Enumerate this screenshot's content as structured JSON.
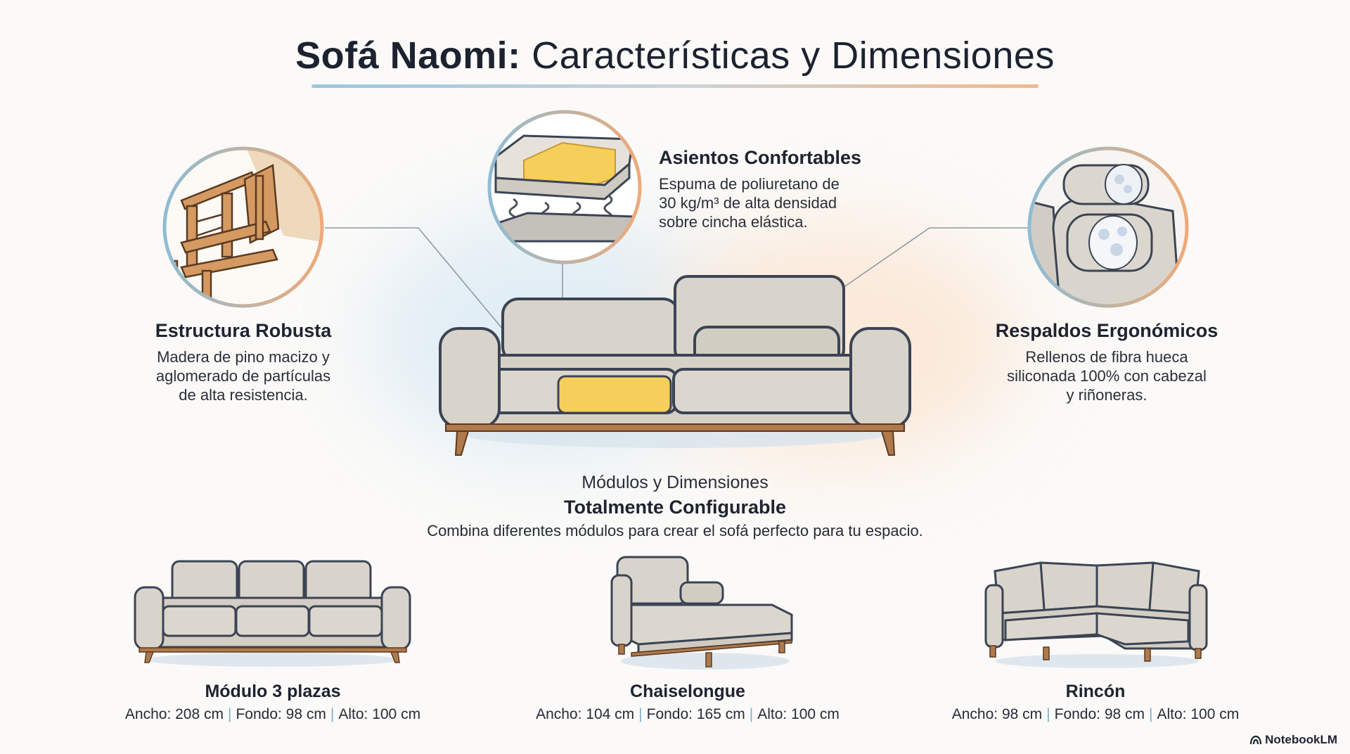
{
  "header": {
    "title_bold": "Sofá Naomi:",
    "title_rest": "Características y Dimensiones"
  },
  "features": {
    "estructura": {
      "title": "Estructura Robusta",
      "lines": [
        "Madera de pino macizo y",
        "aglomerado de partículas",
        "de alta resistencia."
      ]
    },
    "asientos": {
      "title": "Asientos Confortables",
      "lines": [
        "Espuma de poliuretano de",
        "30 kg/m³ de alta densidad",
        "sobre cincha elástica."
      ]
    },
    "respaldos": {
      "title": "Respaldos Ergonómicos",
      "lines": [
        "Rellenos de fibra hueca",
        "siliconada 100% con cabezal",
        "y riñoneras."
      ]
    }
  },
  "modules_section": {
    "label": "Módulos y Dimensiones",
    "title": "Totalmente Configurable",
    "subtitle": "Combina diferentes módulos para crear el sofá perfecto para tu espacio."
  },
  "modules": [
    {
      "name": "Módulo 3 plazas",
      "ancho": "Ancho: 208 cm",
      "fondo": "Fondo: 98 cm",
      "alto": "Alto: 100 cm"
    },
    {
      "name": "Chaiselongue",
      "ancho": "Ancho: 104 cm",
      "fondo": "Fondo: 165 cm",
      "alto": "Alto: 100 cm"
    },
    {
      "name": "Rincón",
      "ancho": "Ancho: 98 cm",
      "fondo": "Fondo: 98 cm",
      "alto": "Alto: 100 cm"
    }
  ],
  "brand": {
    "label": "NotebookLM",
    "icon": "notebooklm-logo-icon"
  },
  "colors": {
    "fabric": "#d9d4cb",
    "outline": "#3b4454",
    "wood": "#b07a4c",
    "foam": "#f6cf5a",
    "ring_blue": "#8fbcd4",
    "ring_orange": "#eeaa78"
  }
}
